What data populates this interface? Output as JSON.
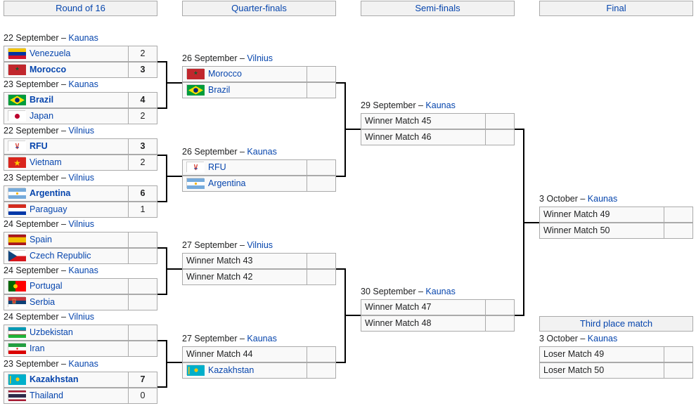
{
  "headers": {
    "r16": "Round of 16",
    "qf": "Quarter-finals",
    "sf": "Semi-finals",
    "final": "Final",
    "third": "Third place match"
  },
  "r16": [
    {
      "date": "22 September – ",
      "city": "Kaunas",
      "t1": {
        "name": "Venezuela",
        "flag": "venezuela-flag-icon",
        "score": "2",
        "win": false
      },
      "t2": {
        "name": "Morocco",
        "flag": "morocco-flag-icon",
        "score": "3",
        "win": true
      }
    },
    {
      "date": "23 September – ",
      "city": "Kaunas",
      "t1": {
        "name": "Brazil",
        "flag": "brazil-flag-icon",
        "score": "4",
        "win": true
      },
      "t2": {
        "name": "Japan",
        "flag": "japan-flag-icon",
        "score": "2",
        "win": false
      }
    },
    {
      "date": "22 September – ",
      "city": "Vilnius",
      "t1": {
        "name": "RFU",
        "flag": "rfu-flag-icon",
        "score": "3",
        "win": true
      },
      "t2": {
        "name": "Vietnam",
        "flag": "vietnam-flag-icon",
        "score": "2",
        "win": false
      }
    },
    {
      "date": "23 September – ",
      "city": "Vilnius",
      "t1": {
        "name": "Argentina",
        "flag": "argentina-flag-icon",
        "score": "6",
        "win": true
      },
      "t2": {
        "name": "Paraguay",
        "flag": "paraguay-flag-icon",
        "score": "1",
        "win": false
      }
    },
    {
      "date": "24 September – ",
      "city": "Vilnius",
      "t1": {
        "name": "Spain",
        "flag": "spain-flag-icon",
        "score": "",
        "win": false
      },
      "t2": {
        "name": "Czech Republic",
        "flag": "czech-flag-icon",
        "score": "",
        "win": false
      }
    },
    {
      "date": "24 September – ",
      "city": "Kaunas",
      "t1": {
        "name": "Portugal",
        "flag": "portugal-flag-icon",
        "score": "",
        "win": false
      },
      "t2": {
        "name": "Serbia",
        "flag": "serbia-flag-icon",
        "score": "",
        "win": false
      }
    },
    {
      "date": "24 September – ",
      "city": "Vilnius",
      "t1": {
        "name": "Uzbekistan",
        "flag": "uzbekistan-flag-icon",
        "score": "",
        "win": false
      },
      "t2": {
        "name": "Iran",
        "flag": "iran-flag-icon",
        "score": "",
        "win": false
      }
    },
    {
      "date": "23 September – ",
      "city": "Kaunas",
      "t1": {
        "name": "Kazakhstan",
        "flag": "kazakhstan-flag-icon",
        "score": "7",
        "win": true
      },
      "t2": {
        "name": "Thailand",
        "flag": "thailand-flag-icon",
        "score": "0",
        "win": false
      }
    }
  ],
  "qf": [
    {
      "date": "26 September – ",
      "city": "Vilnius",
      "t1": {
        "name": "Morocco",
        "flag": "morocco-flag-icon",
        "score": "",
        "win": false
      },
      "t2": {
        "name": "Brazil",
        "flag": "brazil-flag-icon",
        "score": "",
        "win": false
      }
    },
    {
      "date": "26 September – ",
      "city": "Kaunas",
      "t1": {
        "name": "RFU",
        "flag": "rfu-flag-icon",
        "score": "",
        "win": false
      },
      "t2": {
        "name": "Argentina",
        "flag": "argentina-flag-icon",
        "score": "",
        "win": false
      }
    },
    {
      "date": "27 September – ",
      "city": "Vilnius",
      "t1": {
        "name": "Winner Match 43",
        "flag": "",
        "score": "",
        "win": false
      },
      "t2": {
        "name": "Winner Match 42",
        "flag": "",
        "score": "",
        "win": false
      }
    },
    {
      "date": "27 September – ",
      "city": "Kaunas",
      "t1": {
        "name": "Winner Match 44",
        "flag": "",
        "score": "",
        "win": false
      },
      "t2": {
        "name": "Kazakhstan",
        "flag": "kazakhstan-flag-icon",
        "score": "",
        "win": false
      }
    }
  ],
  "sf": [
    {
      "date": "29 September – ",
      "city": "Kaunas",
      "t1": {
        "name": "Winner Match 45",
        "flag": "",
        "score": "",
        "win": false
      },
      "t2": {
        "name": "Winner Match 46",
        "flag": "",
        "score": "",
        "win": false
      }
    },
    {
      "date": "30 September – ",
      "city": "Kaunas",
      "t1": {
        "name": "Winner Match 47",
        "flag": "",
        "score": "",
        "win": false
      },
      "t2": {
        "name": "Winner Match 48",
        "flag": "",
        "score": "",
        "win": false
      }
    }
  ],
  "final": [
    {
      "date": "3 October – ",
      "city": "Kaunas",
      "t1": {
        "name": "Winner Match 49",
        "flag": "",
        "score": "",
        "win": false
      },
      "t2": {
        "name": "Winner Match 50",
        "flag": "",
        "score": "",
        "win": false
      }
    }
  ],
  "third": [
    {
      "date": "3 October – ",
      "city": "Kaunas",
      "t1": {
        "name": "Loser Match 49",
        "flag": "",
        "score": "",
        "win": false
      },
      "t2": {
        "name": "Loser Match 50",
        "flag": "",
        "score": "",
        "win": false
      }
    }
  ],
  "colors": {
    "link": "#0645ad",
    "border": "#aaaaaa",
    "cell": "#f9f9f9",
    "header": "#f2f2f2",
    "line": "#000000"
  }
}
